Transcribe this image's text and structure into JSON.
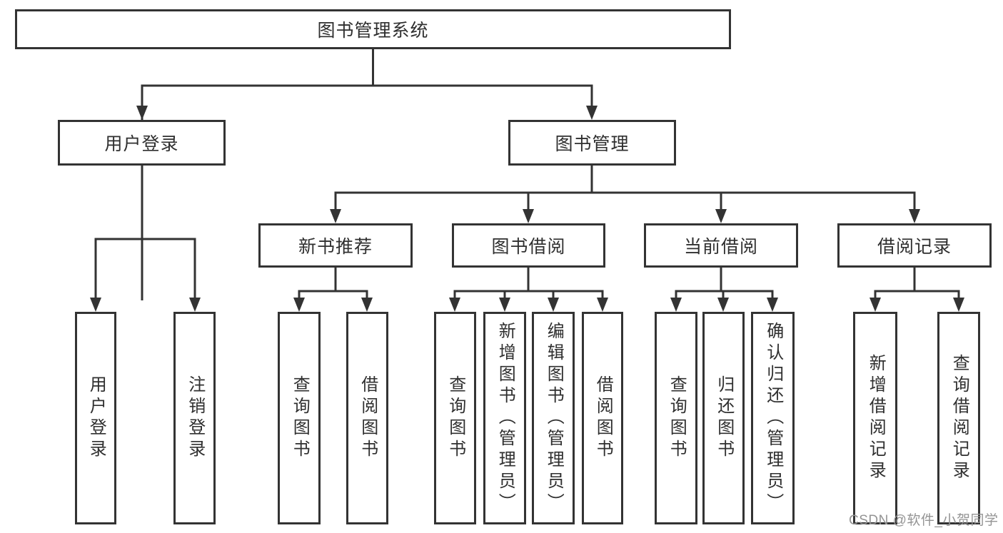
{
  "diagram": {
    "root": {
      "label": "图书管理系统"
    },
    "branches": {
      "user_login": {
        "label": "用户登录",
        "children": [
          "用户登录",
          "注销登录"
        ]
      },
      "book_mgmt": {
        "label": "图书管理",
        "sections": {
          "new_books": {
            "label": "新书推荐",
            "children": [
              "查询图书",
              "借阅图书"
            ]
          },
          "book_borrow": {
            "label": "图书借阅",
            "children": [
              "查询图书",
              "新增图书（管理员）",
              "编辑图书（管理员）",
              "借阅图书"
            ]
          },
          "current_borrow": {
            "label": "当前借阅",
            "children": [
              "查询图书",
              "归还图书",
              "确认归还（管理员）"
            ]
          },
          "borrow_records": {
            "label": "借阅记录",
            "children": [
              "新增借阅记录",
              "查询借阅记录"
            ]
          }
        }
      }
    }
  },
  "watermark": {
    "label": "CSDN @软件_小贺同学"
  },
  "colors": {
    "line": "#333333",
    "box_border": "#333333",
    "text": "#2f2f2f",
    "watermark": "#949494",
    "background": "#ffffff"
  }
}
